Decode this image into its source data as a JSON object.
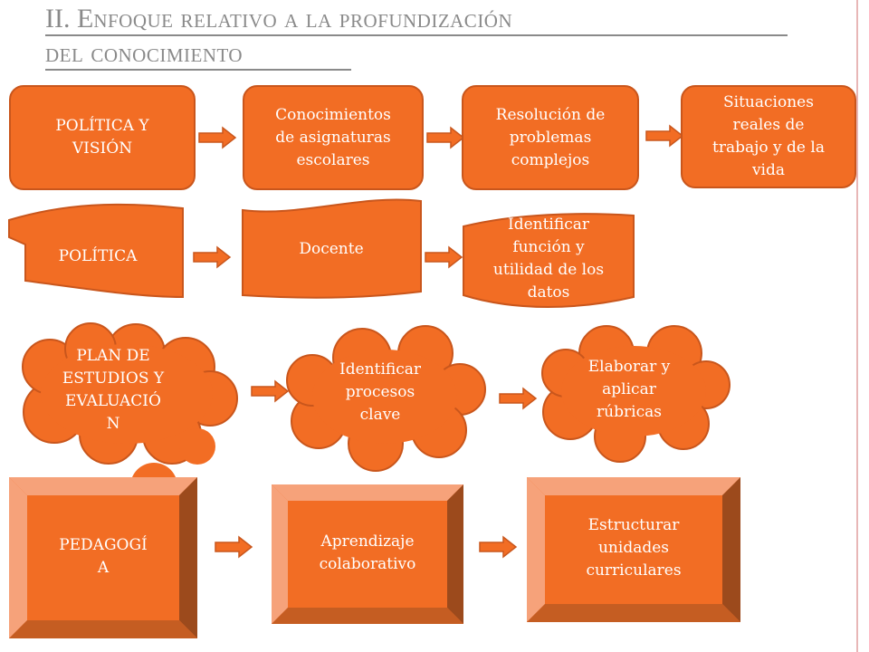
{
  "title": {
    "line1_prefix": "II. E",
    "line1_rest": "nfoque relativo a la profundización",
    "line2": "del conocimiento"
  },
  "colors": {
    "fill": "#f26d24",
    "stroke": "#c9561c",
    "bevel_dark": "#9c4a1c",
    "bevel_mid": "#c55d22",
    "bevel_light": "#f6a27a"
  },
  "row1": {
    "box1": "POLÍTICA Y\nVISIÓN",
    "box2": "Conocimientos\nde asignaturas\nescolares",
    "box3": "Resolución de\nproblemas\ncomplejos",
    "box4": "Situaciones\nreales de\ntrabajo y de la\nvida"
  },
  "row2": {
    "doc1": "POLÍTICA",
    "doc2": "Docente",
    "doc3": "Identificar\nfunción y\nutilidad de los\ndatos"
  },
  "row3": {
    "cloud1": "PLAN DE\nESTUDIOS Y\nEVALUACIÓ\nN",
    "cloud2": "Identificar\nprocesos\nclave",
    "cloud3": "Elaborar y\naplicar\nrúbricas"
  },
  "row4": {
    "bevel1": "PEDAGOGÍ\nA",
    "bevel2": "Aprendizaje\ncolaborativo",
    "bevel3": "Estructurar\nunidades\ncurriculares"
  }
}
